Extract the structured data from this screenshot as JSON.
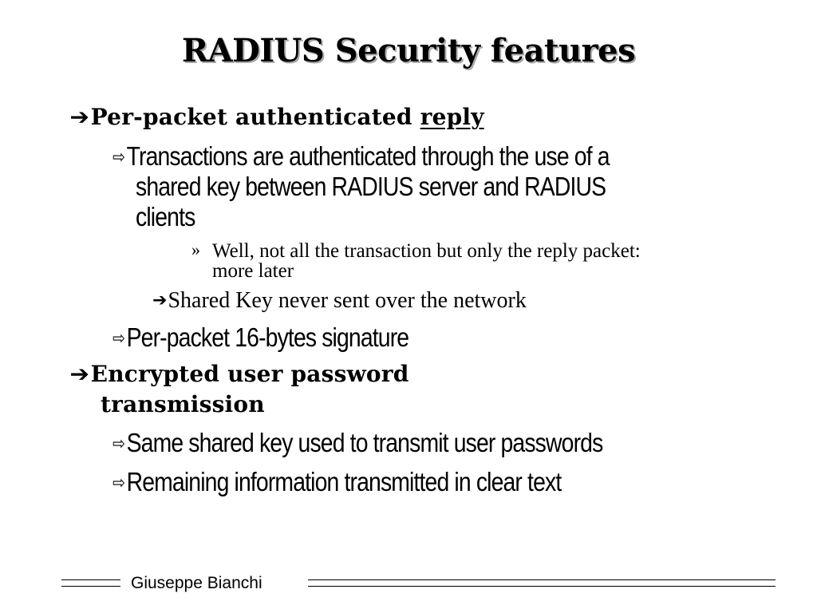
{
  "slide": {
    "title": "RADIUS Security features",
    "bullets": [
      {
        "text": "Per-packet authenticated",
        "emphasis": "reply",
        "sub": [
          {
            "lines": [
              "Transactions are authenticated through the use of a",
              "shared key between RADIUS server and RADIUS",
              "clients"
            ],
            "notes": [
              {
                "lines": [
                  "Well, not all the transaction but only the reply packet:",
                  "more later"
                ]
              }
            ],
            "consequence": "Shared Key never sent over the network"
          },
          {
            "lines": [
              "Per-packet 16-bytes signature"
            ]
          }
        ]
      },
      {
        "lines": [
          "Encrypted user password",
          "transmission"
        ],
        "sub": [
          {
            "lines": [
              "Same shared key used to transmit user passwords"
            ]
          },
          {
            "lines": [
              "Remaining information transmitted in clear text"
            ]
          }
        ]
      }
    ]
  },
  "footer": {
    "author": "Giuseppe Bianchi"
  },
  "icons": {
    "level1_bullet": "bold-right-arrow-icon",
    "level2_bullet": "outlined-right-arrow-icon",
    "level3_bullet": "double-angle-quote-icon",
    "consequence_bullet": "thin-right-arrow-icon"
  }
}
